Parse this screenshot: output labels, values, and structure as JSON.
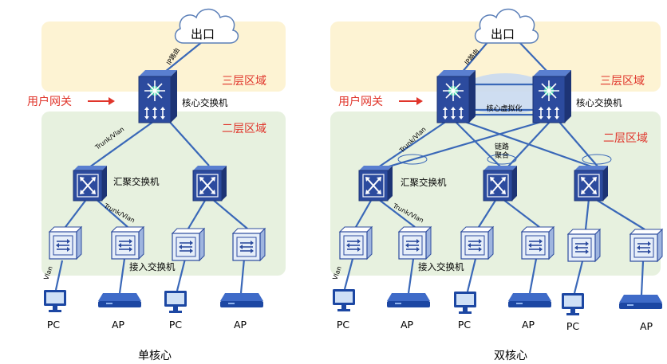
{
  "labels": {
    "exit": "出口",
    "ip_routing": "IP路由",
    "layer3": "三层区域",
    "layer2": "二层区域",
    "user_gateway": "用户网关",
    "core_switch": "核心交换机",
    "trunk_vlan": "Trunk/Vlan",
    "aggregation_switch": "汇聚交换机",
    "access_switch": "接入交换机",
    "vlan": "Vlan",
    "pc": "PC",
    "ap": "AP",
    "core_virtualization": "核心虚拟化",
    "link_aggregation_line1": "链路",
    "link_aggregation_line2": "聚合"
  },
  "diagrams": [
    {
      "title": "单核心"
    },
    {
      "title": "双核心"
    }
  ],
  "colors": {
    "layer3_zone": "#fdf3d3",
    "layer2_zone": "#e7f1df",
    "zone_label": "#e0352b",
    "arrow": "#e0352b",
    "link": "#3a68b8",
    "switch_face": "#2c4b9e",
    "switch_side": "#1d3475",
    "access_face": "#e6eef9",
    "ap_body": "#1c47a3"
  },
  "icons": [
    "cloud-icon",
    "core-switch-icon",
    "aggregation-switch-icon",
    "access-switch-icon",
    "pc-icon",
    "ap-icon",
    "arrow-icon"
  ]
}
